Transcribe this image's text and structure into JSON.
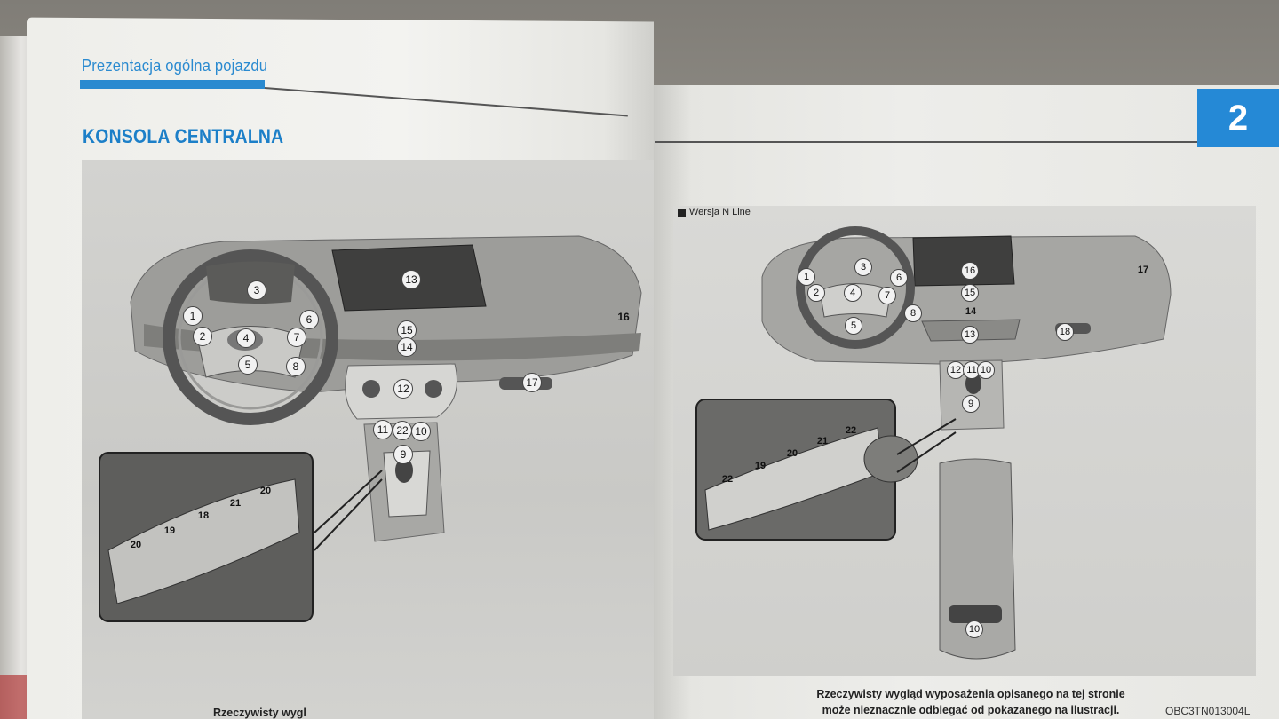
{
  "left_page": {
    "running_header": "Prezentacja ogólna pojazdu",
    "section_title": "KONSOLA CENTRALNA",
    "caption_partial": "Rzeczywisty wygl",
    "callouts": [
      "1",
      "2",
      "3",
      "4",
      "5",
      "6",
      "7",
      "8",
      "9",
      "10",
      "11",
      "12",
      "13",
      "14",
      "15",
      "16",
      "17",
      "22"
    ],
    "inset_callouts": [
      "20",
      "19",
      "18",
      "21",
      "20"
    ]
  },
  "right_page": {
    "chapter_number": "2",
    "version_label": "Wersja N Line",
    "callouts": [
      "1",
      "2",
      "3",
      "4",
      "5",
      "6",
      "7",
      "8",
      "9",
      "10",
      "11",
      "12",
      "13",
      "14",
      "15",
      "16",
      "17",
      "18",
      "10"
    ],
    "inset_callouts": [
      "22",
      "19",
      "20",
      "21",
      "22"
    ],
    "caption_line1": "Rzeczywisty wygląd wyposażenia opisanego na tej stronie",
    "caption_line2": "może nieznacznie odbiegać od pokazanego na ilustracji.",
    "figure_code": "OBC3TN013004L"
  },
  "colors": {
    "accent": "#2a8ad0",
    "tab": "#2589d6"
  }
}
